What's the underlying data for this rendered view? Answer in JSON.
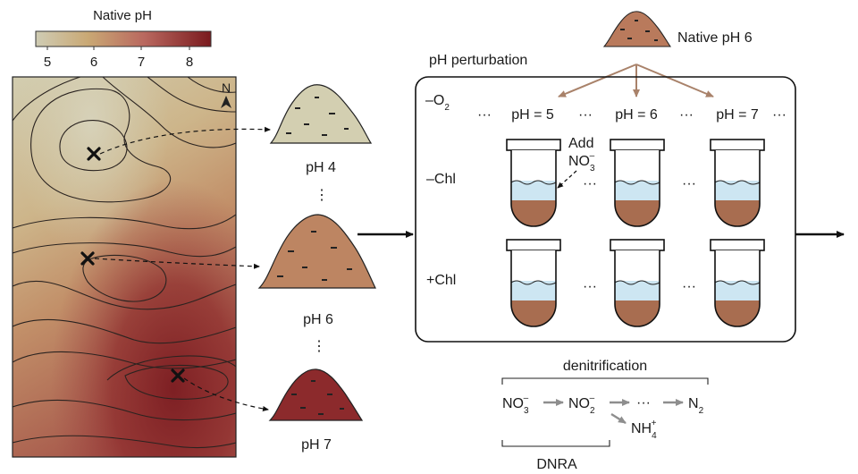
{
  "colorbar": {
    "title": "Native pH",
    "ticks": [
      "5",
      "6",
      "7",
      "8"
    ],
    "colors": [
      "#cfccb4",
      "#c9a874",
      "#b9685f",
      "#7a1a1e"
    ]
  },
  "map": {
    "north_label": "N",
    "sites": [
      {
        "label": "pH 4",
        "soil_color": "#d3cfb1"
      },
      {
        "label": "pH 6",
        "soil_color": "#bd8562"
      },
      {
        "label": "pH 7",
        "soil_color": "#8c2a2c"
      }
    ],
    "ellipsis": "⋮"
  },
  "source_soil": {
    "label": "Native pH 6",
    "soil_color": "#b97a5c"
  },
  "experiment": {
    "title": "pH perturbation",
    "oxygen_label": "–O",
    "oxygen_sub": "2",
    "ph_labels": [
      "pH = 5",
      "pH = 6",
      "pH = 7"
    ],
    "ellipsis": "···",
    "rows": [
      "–Chl",
      "+Chl"
    ],
    "add_text": "Add",
    "add_species": "NO",
    "add_sub": "3",
    "add_sup": "–"
  },
  "pathway": {
    "denit_label": "denitrification",
    "dnra_label": "DNRA",
    "no3": {
      "base": "NO",
      "sub": "3",
      "sup": "–",
      "color": "#2b3f86"
    },
    "no2": {
      "base": "NO",
      "sub": "2",
      "sup": "–",
      "color": "#c9a22a"
    },
    "dots": "···",
    "n2": {
      "base": "N",
      "sub": "2"
    },
    "nh4": {
      "base": "NH",
      "sub": "4",
      "sup": "+"
    }
  }
}
